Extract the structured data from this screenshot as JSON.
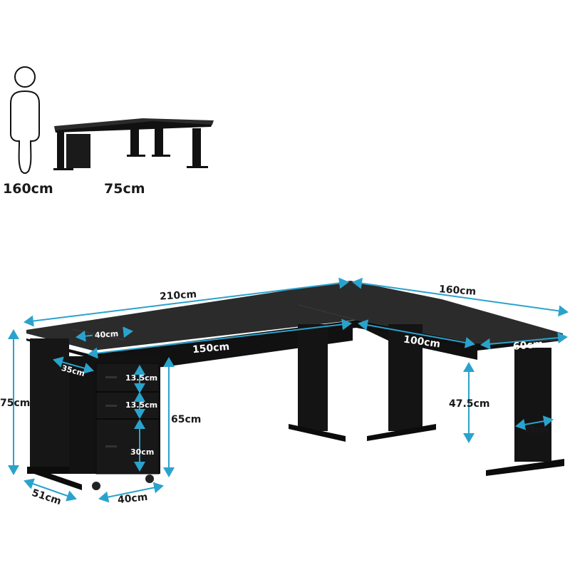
{
  "accent_color": "#2aa3cc",
  "desk_color": "#151515",
  "top_color": "#2a2a2a",
  "scale_reference": {
    "person_height": "160cm",
    "desk_height": "75cm"
  },
  "dimensions": {
    "desk_left_length": "210cm",
    "desk_right_length": "160cm",
    "top_extension_width": "40cm",
    "inner_left_length": "150cm",
    "inner_right_length": "100cm",
    "right_depth": "60cm",
    "cabinet_shelf_depth": "35cm",
    "drawer_1_height": "13.5cm",
    "drawer_2_height": "13.5cm",
    "drawer_3_height": "30cm",
    "overall_height": "75cm",
    "knee_clearance_height": "65cm",
    "leg_clearance_height": "47.5cm",
    "leg_width": "25cm",
    "base_depth": "51cm",
    "cabinet_width": "40cm"
  }
}
